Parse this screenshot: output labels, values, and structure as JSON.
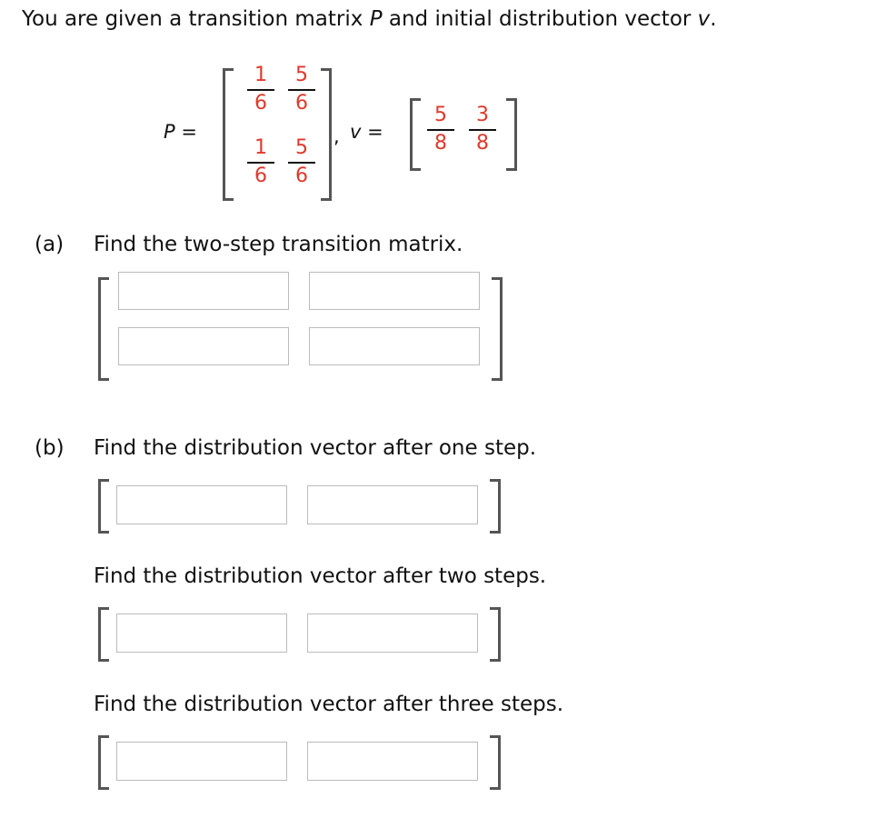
{
  "intro": {
    "prefix": "You are given a transition matrix ",
    "P": "P",
    "middle": " and initial distribution vector ",
    "v": "v",
    "suffix": "."
  },
  "given": {
    "P_label": "P =",
    "v_label": "v =",
    "comma": ",",
    "P": [
      [
        {
          "num": "1",
          "den": "6"
        },
        {
          "num": "5",
          "den": "6"
        }
      ],
      [
        {
          "num": "1",
          "den": "6"
        },
        {
          "num": "5",
          "den": "6"
        }
      ]
    ],
    "v": [
      {
        "num": "5",
        "den": "8"
      },
      {
        "num": "3",
        "den": "8"
      }
    ],
    "fraction_color": "#e0382b"
  },
  "parts": {
    "a": {
      "tag": "(a)",
      "prompt": "Find the two-step transition matrix.",
      "inputs": [
        [
          "",
          ""
        ],
        [
          "",
          ""
        ]
      ]
    },
    "b": {
      "tag": "(b)",
      "prompt": "Find the distribution vector after one step.",
      "inputs": [
        "",
        ""
      ]
    },
    "c": {
      "prompt": "Find the distribution vector after two steps.",
      "inputs": [
        "",
        ""
      ]
    },
    "d": {
      "prompt": "Find the distribution vector after three steps.",
      "inputs": [
        "",
        ""
      ]
    }
  }
}
